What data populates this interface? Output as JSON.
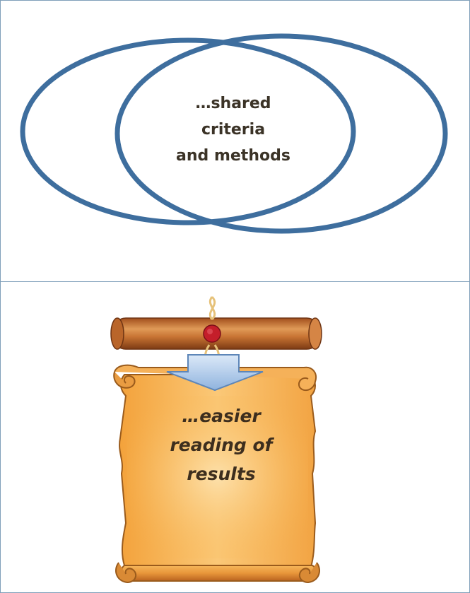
{
  "venn": {
    "overlap_lines": [
      "…shared",
      "criteria",
      "and methods"
    ],
    "stroke_color": "#3e6e9e"
  },
  "scroll": {
    "lines": [
      "…easier",
      "reading of",
      "results"
    ],
    "paper_color": "#f7b24a",
    "rolled_color": "#c9742f",
    "seal_color": "#c41e2a",
    "arrow_color": "#a9c8ec"
  }
}
